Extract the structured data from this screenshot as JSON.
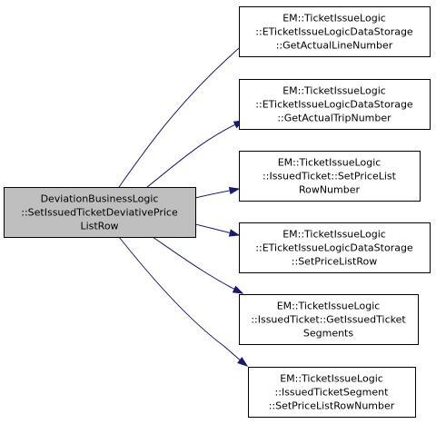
{
  "root": {
    "lines": [
      "DeviationBusinessLogic",
      "::SetIssuedTicketDeviativePrice",
      "ListRow"
    ]
  },
  "targets": [
    {
      "id": "get-actual-line-number",
      "lines": [
        "EM::TicketIssueLogic",
        "::ETicketIssueLogicDataStorage",
        "::GetActualLineNumber"
      ]
    },
    {
      "id": "get-actual-trip-number",
      "lines": [
        "EM::TicketIssueLogic",
        "::ETicketIssueLogicDataStorage",
        "::GetActualTripNumber"
      ]
    },
    {
      "id": "set-price-list-row-number-issued-ticket",
      "lines": [
        "EM::TicketIssueLogic",
        "::IssuedTicket::SetPriceList",
        "RowNumber"
      ]
    },
    {
      "id": "set-price-list-row",
      "lines": [
        "EM::TicketIssueLogic",
        "::ETicketIssueLogicDataStorage",
        "::SetPriceListRow"
      ]
    },
    {
      "id": "get-issued-ticket-segments",
      "lines": [
        "EM::TicketIssueLogic",
        "::IssuedTicket::GetIssuedTicket",
        "Segments"
      ]
    },
    {
      "id": "set-price-list-row-number-segment",
      "lines": [
        "EM::TicketIssueLogic",
        "::IssuedTicketSegment",
        "::SetPriceListRowNumber"
      ]
    }
  ],
  "colors": {
    "edge": "#191970",
    "root_fill": "#bfbfbf",
    "node_fill": "#ffffff",
    "border": "#000000"
  }
}
